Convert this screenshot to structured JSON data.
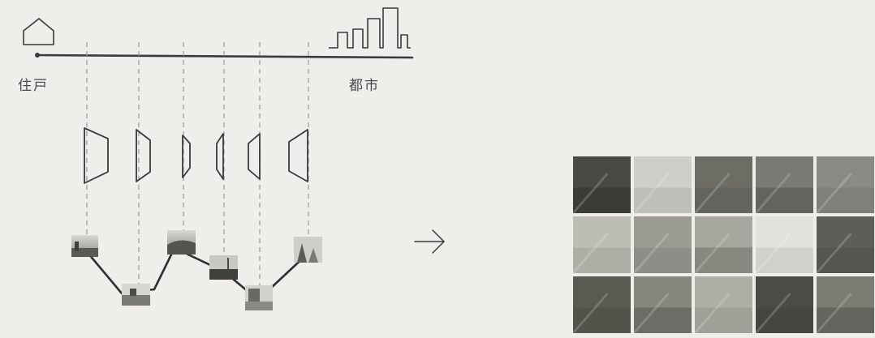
{
  "labels": {
    "home": "住戸",
    "city": "都市"
  },
  "icons": {
    "home": "house-icon",
    "city": "city-skyline-icon",
    "arrow": "arrow-right-icon"
  },
  "colors": {
    "background": "#efeeea",
    "ink": "#3a3a3a",
    "dash": "#9a9a9a"
  },
  "photo_grid": {
    "rows": 3,
    "columns": 5,
    "tones": [
      [
        "#4a4a44",
        "#cfcfca",
        "#6d6d66",
        "#7a7a74",
        "#8a8a86"
      ],
      [
        "#bdbdb6",
        "#9b9b94",
        "#a6a69e",
        "#e2e2de",
        "#5e5e58"
      ],
      [
        "#5a5a52",
        "#86867e",
        "#aeaea6",
        "#4c4c46",
        "#7c7c74"
      ]
    ]
  }
}
